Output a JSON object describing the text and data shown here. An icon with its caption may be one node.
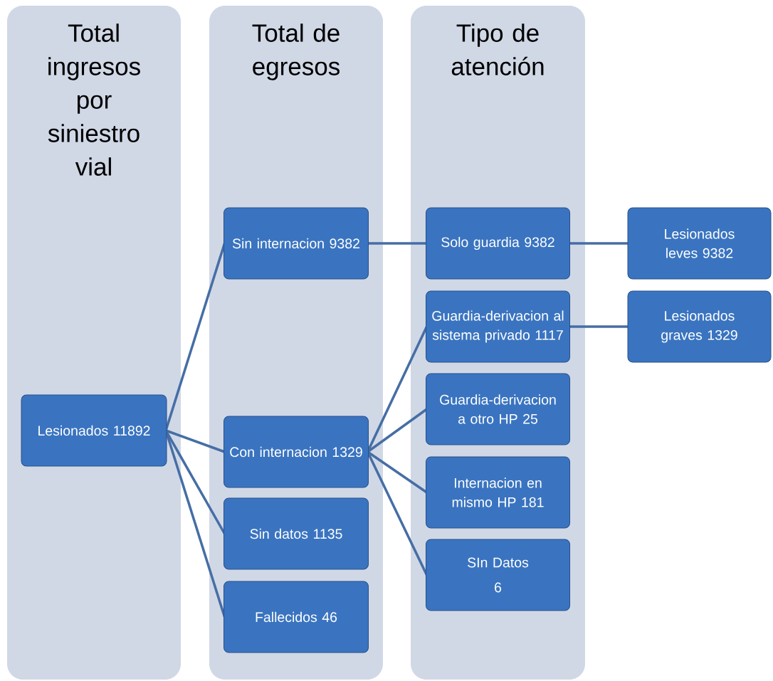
{
  "diagram": {
    "nodes": [
      {
        "text": [
          "Total ingresos por siniestro vial"
        ]
      },
      {
        "text": [
          "Total de egresos"
        ]
      },
      {
        "text": [
          "Tipo de atención"
        ]
      },
      {
        "text": [
          "Lesionados 11892"
        ],
        "in": 0
      },
      {
        "text": [
          "Sin internacion 9382"
        ],
        "in": 1
      },
      {
        "text": [
          "Con internacion 1329"
        ],
        "in": 1
      },
      {
        "text": [
          "Sin datos 1135"
        ],
        "in": 1
      },
      {
        "text": [
          "Fallecidos 46"
        ],
        "in": 1
      },
      {
        "text": [
          "Solo guardia 9382"
        ],
        "in": 2
      },
      {
        "text": [
          "Guardia-derivacion al sistema privado 1117"
        ],
        "in": 2
      },
      {
        "text": [
          "Guardia-derivacion a otro HP 25"
        ],
        "in": 2
      },
      {
        "text": [
          "Internacion en mismo HP 181"
        ],
        "in": 2
      },
      {
        "text": [
          "SIn Datos",
          "6"
        ],
        "in": 2
      },
      {
        "text": [
          "Lesionados leves 9382"
        ]
      },
      {
        "text": [
          "Lesionados graves 1329"
        ]
      }
    ],
    "edges": [
      {
        "from": 3,
        "to": 4,
        "arrow": "none"
      },
      {
        "from": 3,
        "to": 5,
        "arrow": "none"
      },
      {
        "from": 3,
        "to": 6,
        "arrow": "none"
      },
      {
        "from": 3,
        "to": 7,
        "arrow": "none"
      },
      {
        "from": 4,
        "to": 8,
        "arrow": "none"
      },
      {
        "from": 5,
        "to": 9,
        "arrow": "none"
      },
      {
        "from": 5,
        "to": 10,
        "arrow": "none"
      },
      {
        "from": 5,
        "to": 11,
        "arrow": "none"
      },
      {
        "from": 5,
        "to": 12,
        "arrow": "none"
      },
      {
        "from": 8,
        "to": 13,
        "arrow": "none"
      },
      {
        "from": 9,
        "to": 14,
        "arrow": "none"
      }
    ]
  }
}
